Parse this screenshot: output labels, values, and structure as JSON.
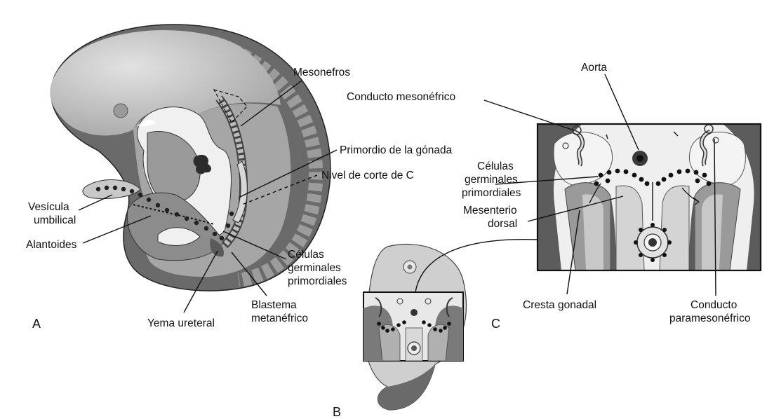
{
  "panels": {
    "a": "A",
    "b": "B",
    "c": "C"
  },
  "labels": {
    "mesonefros": "Mesonefros",
    "primordio": "Primordio de la gónada",
    "nivel_corte": "Nivel de corte de C",
    "vesicula_1": "Vesícula",
    "vesicula_2": "umbilical",
    "alantoides": "Alantoides",
    "celulas_a_1": "Células",
    "celulas_a_2": "germinales",
    "celulas_a_3": "primordiales",
    "blastema_1": "Blastema",
    "blastema_2": "metanéfrico",
    "yema": "Yema ureteral",
    "aorta": "Aorta",
    "conducto_meso": "Conducto mesonéfrico",
    "celulas_c_1": "Células",
    "celulas_c_2": "germinales",
    "celulas_c_3": "primordiales",
    "mesenterio_1": "Mesenterio",
    "mesenterio_2": "dorsal",
    "cresta": "Cresta gonadal",
    "paramesonefrico_1": "Conducto",
    "paramesonefrico_2": "paramesonéfrico"
  },
  "colors": {
    "embryo_light": "#c4c4c4",
    "embryo_mid": "#8f8f8f",
    "embryo_dark": "#5e5e5e",
    "cavity": "#f0f0f0",
    "line": "#111111"
  }
}
